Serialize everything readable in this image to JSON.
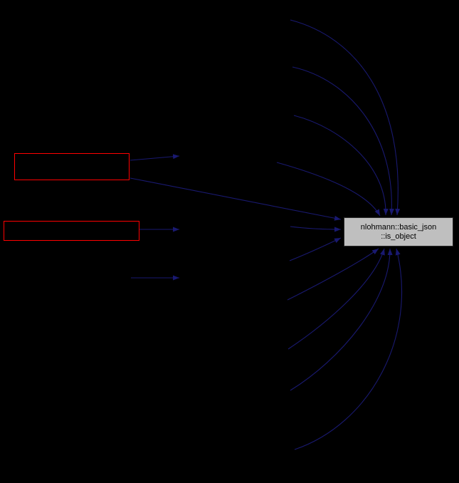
{
  "diagram": {
    "kind": "caller-graph",
    "background_color": "#000000",
    "edge_color": "#191970",
    "main_node": {
      "label_line1": "nlohmann::basic_json",
      "label_line2": "::is_object",
      "fill_color": "#bfbfbf",
      "text_color": "#000000"
    },
    "truncated_nodes": [
      {
        "border_color": "#ff0000"
      },
      {
        "border_color": "#ff0000"
      }
    ]
  }
}
